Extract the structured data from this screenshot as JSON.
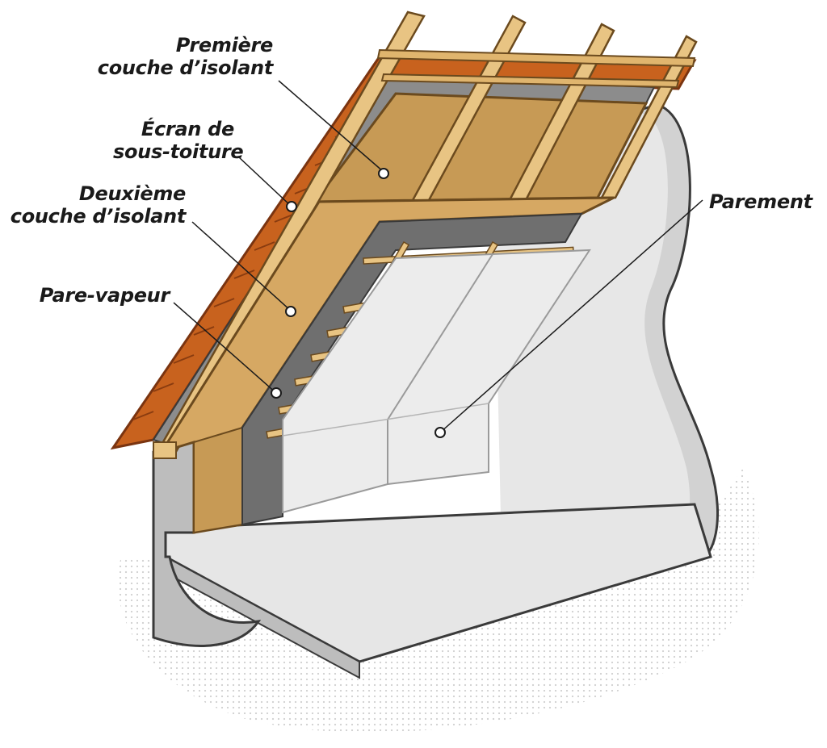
{
  "labels": {
    "premiere": {
      "line1": "Première",
      "line2": "couche d’isolant"
    },
    "ecran": {
      "line1": "Écran de",
      "line2": "sous-toiture"
    },
    "deuxieme": {
      "line1": "Deuxième",
      "line2": "couche d’isolant"
    },
    "pare_vapeur": {
      "line1": "Pare-vapeur"
    },
    "parement": {
      "line1": "Parement"
    }
  },
  "colors": {
    "tile": "#c8621e",
    "tile_dark": "#8a3c10",
    "timber": "#e8c483",
    "timber_dark": "#b98c45",
    "insulation": "#c79a55",
    "insulation_dark": "#a8793a",
    "membrane": "#7a7a7a",
    "board": "#ececec",
    "wall": "#dcdcdc",
    "outline": "#3a2a1a"
  }
}
